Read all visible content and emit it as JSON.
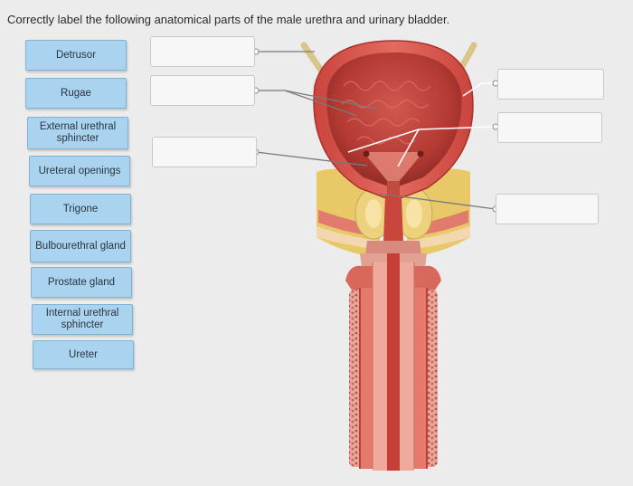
{
  "question": {
    "prompt": "Correctly label the following anatomical parts of the male urethra and urinary bladder."
  },
  "terms": [
    {
      "label": "Detrusor"
    },
    {
      "label": "Rugae"
    },
    {
      "label": "External urethral sphincter"
    },
    {
      "label": "Ureteral openings"
    },
    {
      "label": "Trigone"
    },
    {
      "label": "Bulbourethral gland"
    },
    {
      "label": "Prostate gland"
    },
    {
      "label": "Internal urethral sphincter"
    },
    {
      "label": "Ureter"
    }
  ],
  "colors": {
    "term_fill": "#a9d3ee",
    "bladder_wall": "#d9534f",
    "bladder_interior": "#b43a34",
    "urethra": "#e07060",
    "prostate": "#f0d27a"
  },
  "icons": [
    "anatomy-illustration"
  ]
}
